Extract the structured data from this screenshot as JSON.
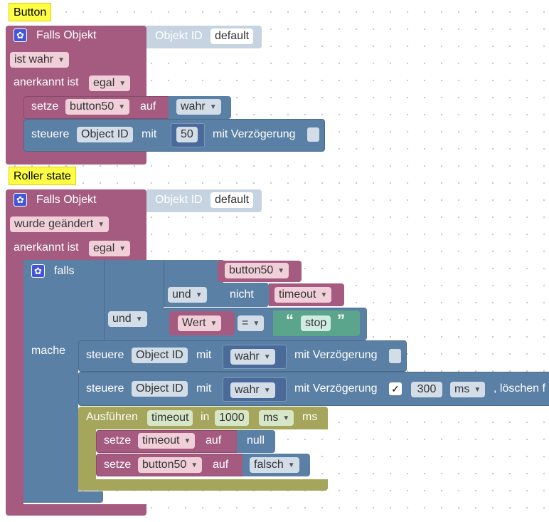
{
  "colors": {
    "trigger_block": "#a55b80",
    "logic_block": "#5b80a5",
    "timeout_block": "#a5a55b",
    "text_block": "#5ba58c",
    "comment": "#fefe44",
    "shadow_block": "#c6d4e2"
  },
  "block1": {
    "comment": "Button",
    "falls_objekt": "Falls Objekt",
    "objekt_id_label": "Objekt ID",
    "objekt_id_value": "default",
    "condition": "ist wahr",
    "anerkannt_label": "anerkannt ist",
    "anerkannt_value": "egal",
    "setze_label": "setze",
    "setze_var": "button50",
    "auf_label": "auf",
    "setze_value": "wahr",
    "steuere_label": "steuere",
    "object_id": "Object ID",
    "mit_label": "mit",
    "mit_value": "50",
    "delay_label": "mit Verzögerung"
  },
  "block2": {
    "comment": "Roller state",
    "falls_objekt": "Falls Objekt",
    "objekt_id_label": "Objekt ID",
    "objekt_id_value": "default",
    "condition": "wurde geändert",
    "anerkannt_label": "anerkannt ist",
    "anerkannt_value": "egal",
    "if_block": {
      "falls_label": "falls",
      "mache_label": "mache",
      "var1": "button50",
      "und1": "und",
      "nicht": "nicht",
      "var2": "timeout",
      "und2": "und",
      "wert": "Wert",
      "op": "=",
      "quote_open": "“",
      "string_value": "stop",
      "quote_close": "”"
    },
    "steuere1": {
      "label": "steuere",
      "object_id": "Object ID",
      "mit": "mit",
      "value": "wahr",
      "delay": "mit Verzögerung"
    },
    "steuere2": {
      "label": "steuere",
      "object_id": "Object ID",
      "mit": "mit",
      "value": "wahr",
      "delay": "mit Verzögerung",
      "checked_mark": "✓",
      "delay_value": "300",
      "unit": "ms",
      "clear": ", löschen f"
    },
    "timeout_block": {
      "ausfuehren": "Ausführen",
      "var": "timeout",
      "in": "in",
      "value": "1000",
      "unit": "ms",
      "unit_suffix": "ms",
      "setze1_label": "setze",
      "setze1_var": "timeout",
      "setze1_auf": "auf",
      "setze1_value": "null",
      "setze2_label": "setze",
      "setze2_var": "button50",
      "setze2_auf": "auf",
      "setze2_value": "falsch"
    }
  }
}
